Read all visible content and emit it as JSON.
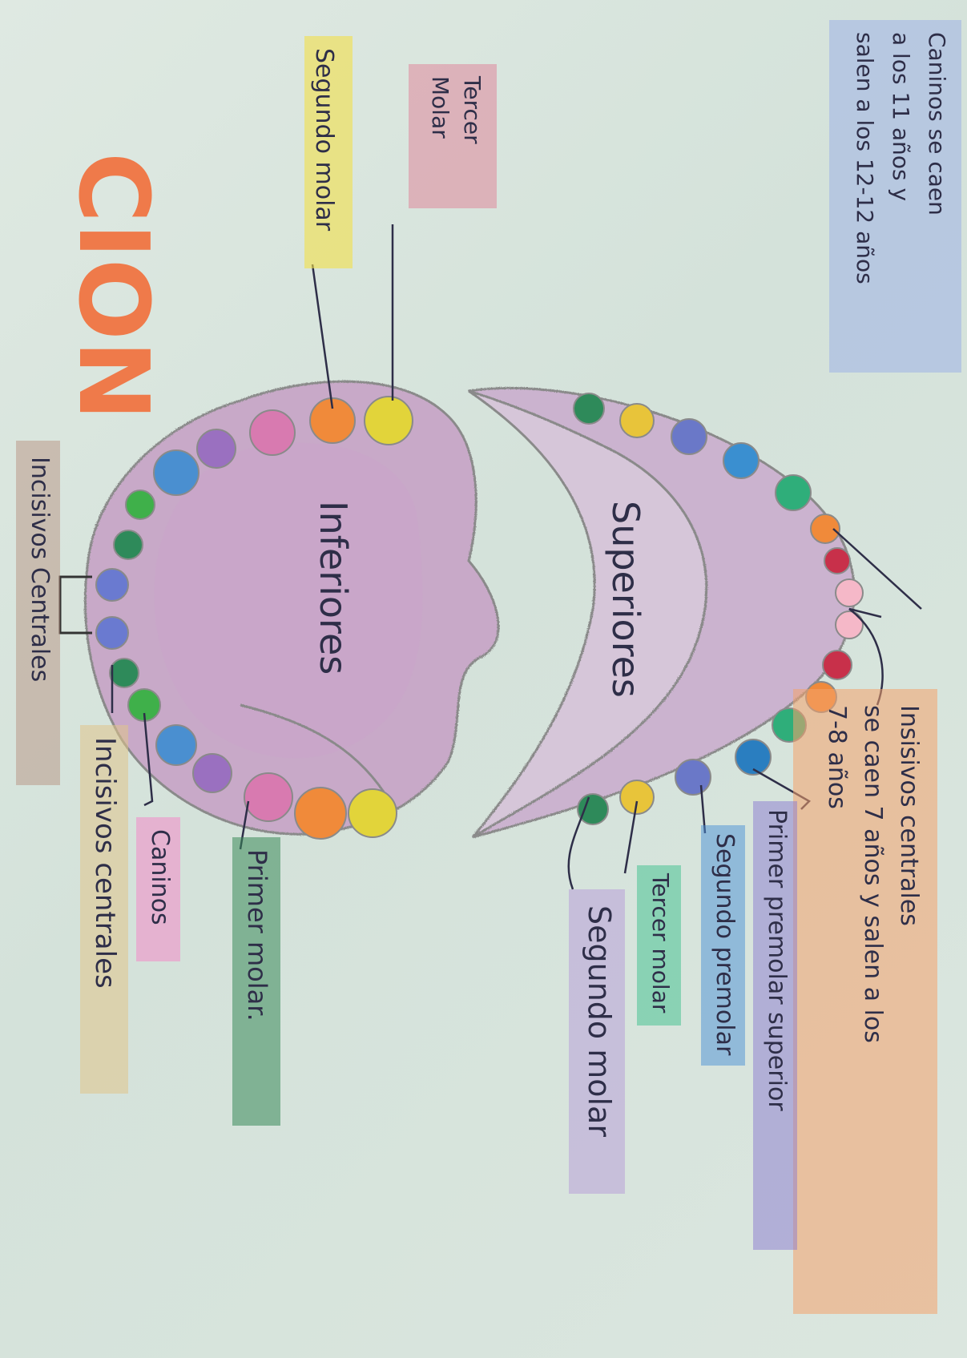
{
  "title_fragment": "CION",
  "jaws": {
    "upper_label": "Superiores",
    "lower_label": "Inferiores"
  },
  "labels": {
    "insisivos_centrales": {
      "lines": [
        "Insisivos centrales",
        "se caen 7 años y salen a los",
        "7-8 años"
      ],
      "color": "#f4a36c"
    },
    "caninos_superior": {
      "lines": [
        "Caninos se caen",
        "a los 11 años y",
        "salen a los 12-12 años"
      ],
      "color": "#9fb3e6"
    },
    "primer_premolar": {
      "text": "Primer premolar superior",
      "color": "#8a7ad0"
    },
    "segundo_premolar": {
      "text": "Segundo premolar",
      "color": "#4a8fd6"
    },
    "tercer_molar_sup": {
      "text": "Tercer molar",
      "color": "#3cbf8c"
    },
    "segundo_molar_sup": {
      "text": "Segundo molar",
      "color": "#b59ad8"
    },
    "tercer_molar_inf": {
      "lines": [
        "Tercer",
        "Molar"
      ],
      "color": "#e07f96"
    },
    "segundo_molar_inf": {
      "text": "Segundo molar",
      "color": "#f2e04a"
    },
    "incisivos_centrales_inf": {
      "text": "Incisivos Centrales",
      "color": "#b48a78"
    },
    "incisivos_centrales_inf2": {
      "text": "Incisivos centrales",
      "color": "#e0c58a"
    },
    "caninos_inf": {
      "text": "Caninos",
      "color": "#f28ac8"
    },
    "primer_molar_inf": {
      "text": "Primer molar.",
      "color": "#3b8a5a"
    }
  },
  "colors": {
    "gum": "#c9a9c9",
    "palate": "#cdb2cf",
    "outline": "#8a8a8a",
    "title": "#ef7a4a"
  }
}
